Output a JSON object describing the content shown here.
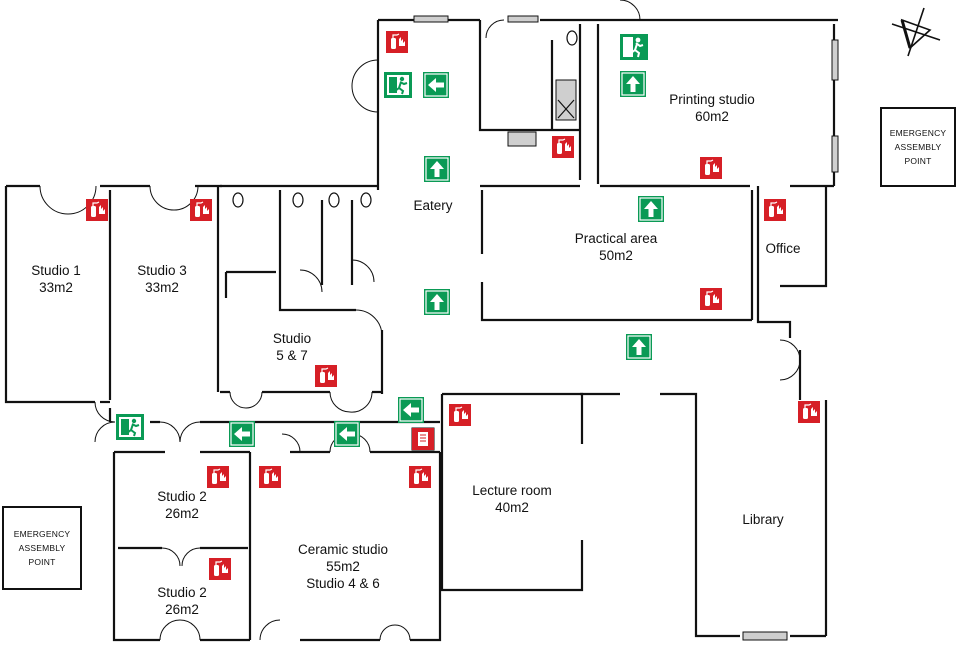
{
  "rooms": {
    "studio1": {
      "name": "Studio 1",
      "area": "33m2"
    },
    "studio3": {
      "name": "Studio 3",
      "area": "33m2"
    },
    "studio57": {
      "name": "Studio",
      "area": "5 & 7"
    },
    "eatery": {
      "name": "Eatery"
    },
    "printing": {
      "name": "Printing studio",
      "area": "60m2"
    },
    "practical": {
      "name": "Practical area",
      "area": "50m2"
    },
    "office": {
      "name": "Office"
    },
    "lecture": {
      "name": "Lecture room",
      "area": "40m2"
    },
    "library": {
      "name": "Library"
    },
    "studio2a": {
      "name": "Studio 2",
      "area": "26m2"
    },
    "studio2b": {
      "name": "Studio 2",
      "area": "26m2"
    },
    "ceramic": {
      "name": "Ceramic studio",
      "area": "55m2",
      "sub": "Studio 4 & 6"
    }
  },
  "assembly_points": {
    "right": {
      "line1": "EMERGENCY",
      "line2": "ASSEMBLY",
      "line3": "POINT"
    },
    "left": {
      "line1": "EMERGENCY",
      "line2": "ASSEMBLY",
      "line3": "POINT"
    }
  },
  "colors": {
    "exit_green": "#0a9a55",
    "fire_red": "#d61f26",
    "wall": "#111111"
  },
  "icons": {
    "fire_extinguisher": "fire-extinguisher-icon",
    "exit_running_man": "emergency-exit-icon",
    "arrow_up": "arrow-up-icon",
    "arrow_left": "arrow-left-icon",
    "fire_alarm": "fire-alarm-icon",
    "compass": "compass-icon"
  }
}
